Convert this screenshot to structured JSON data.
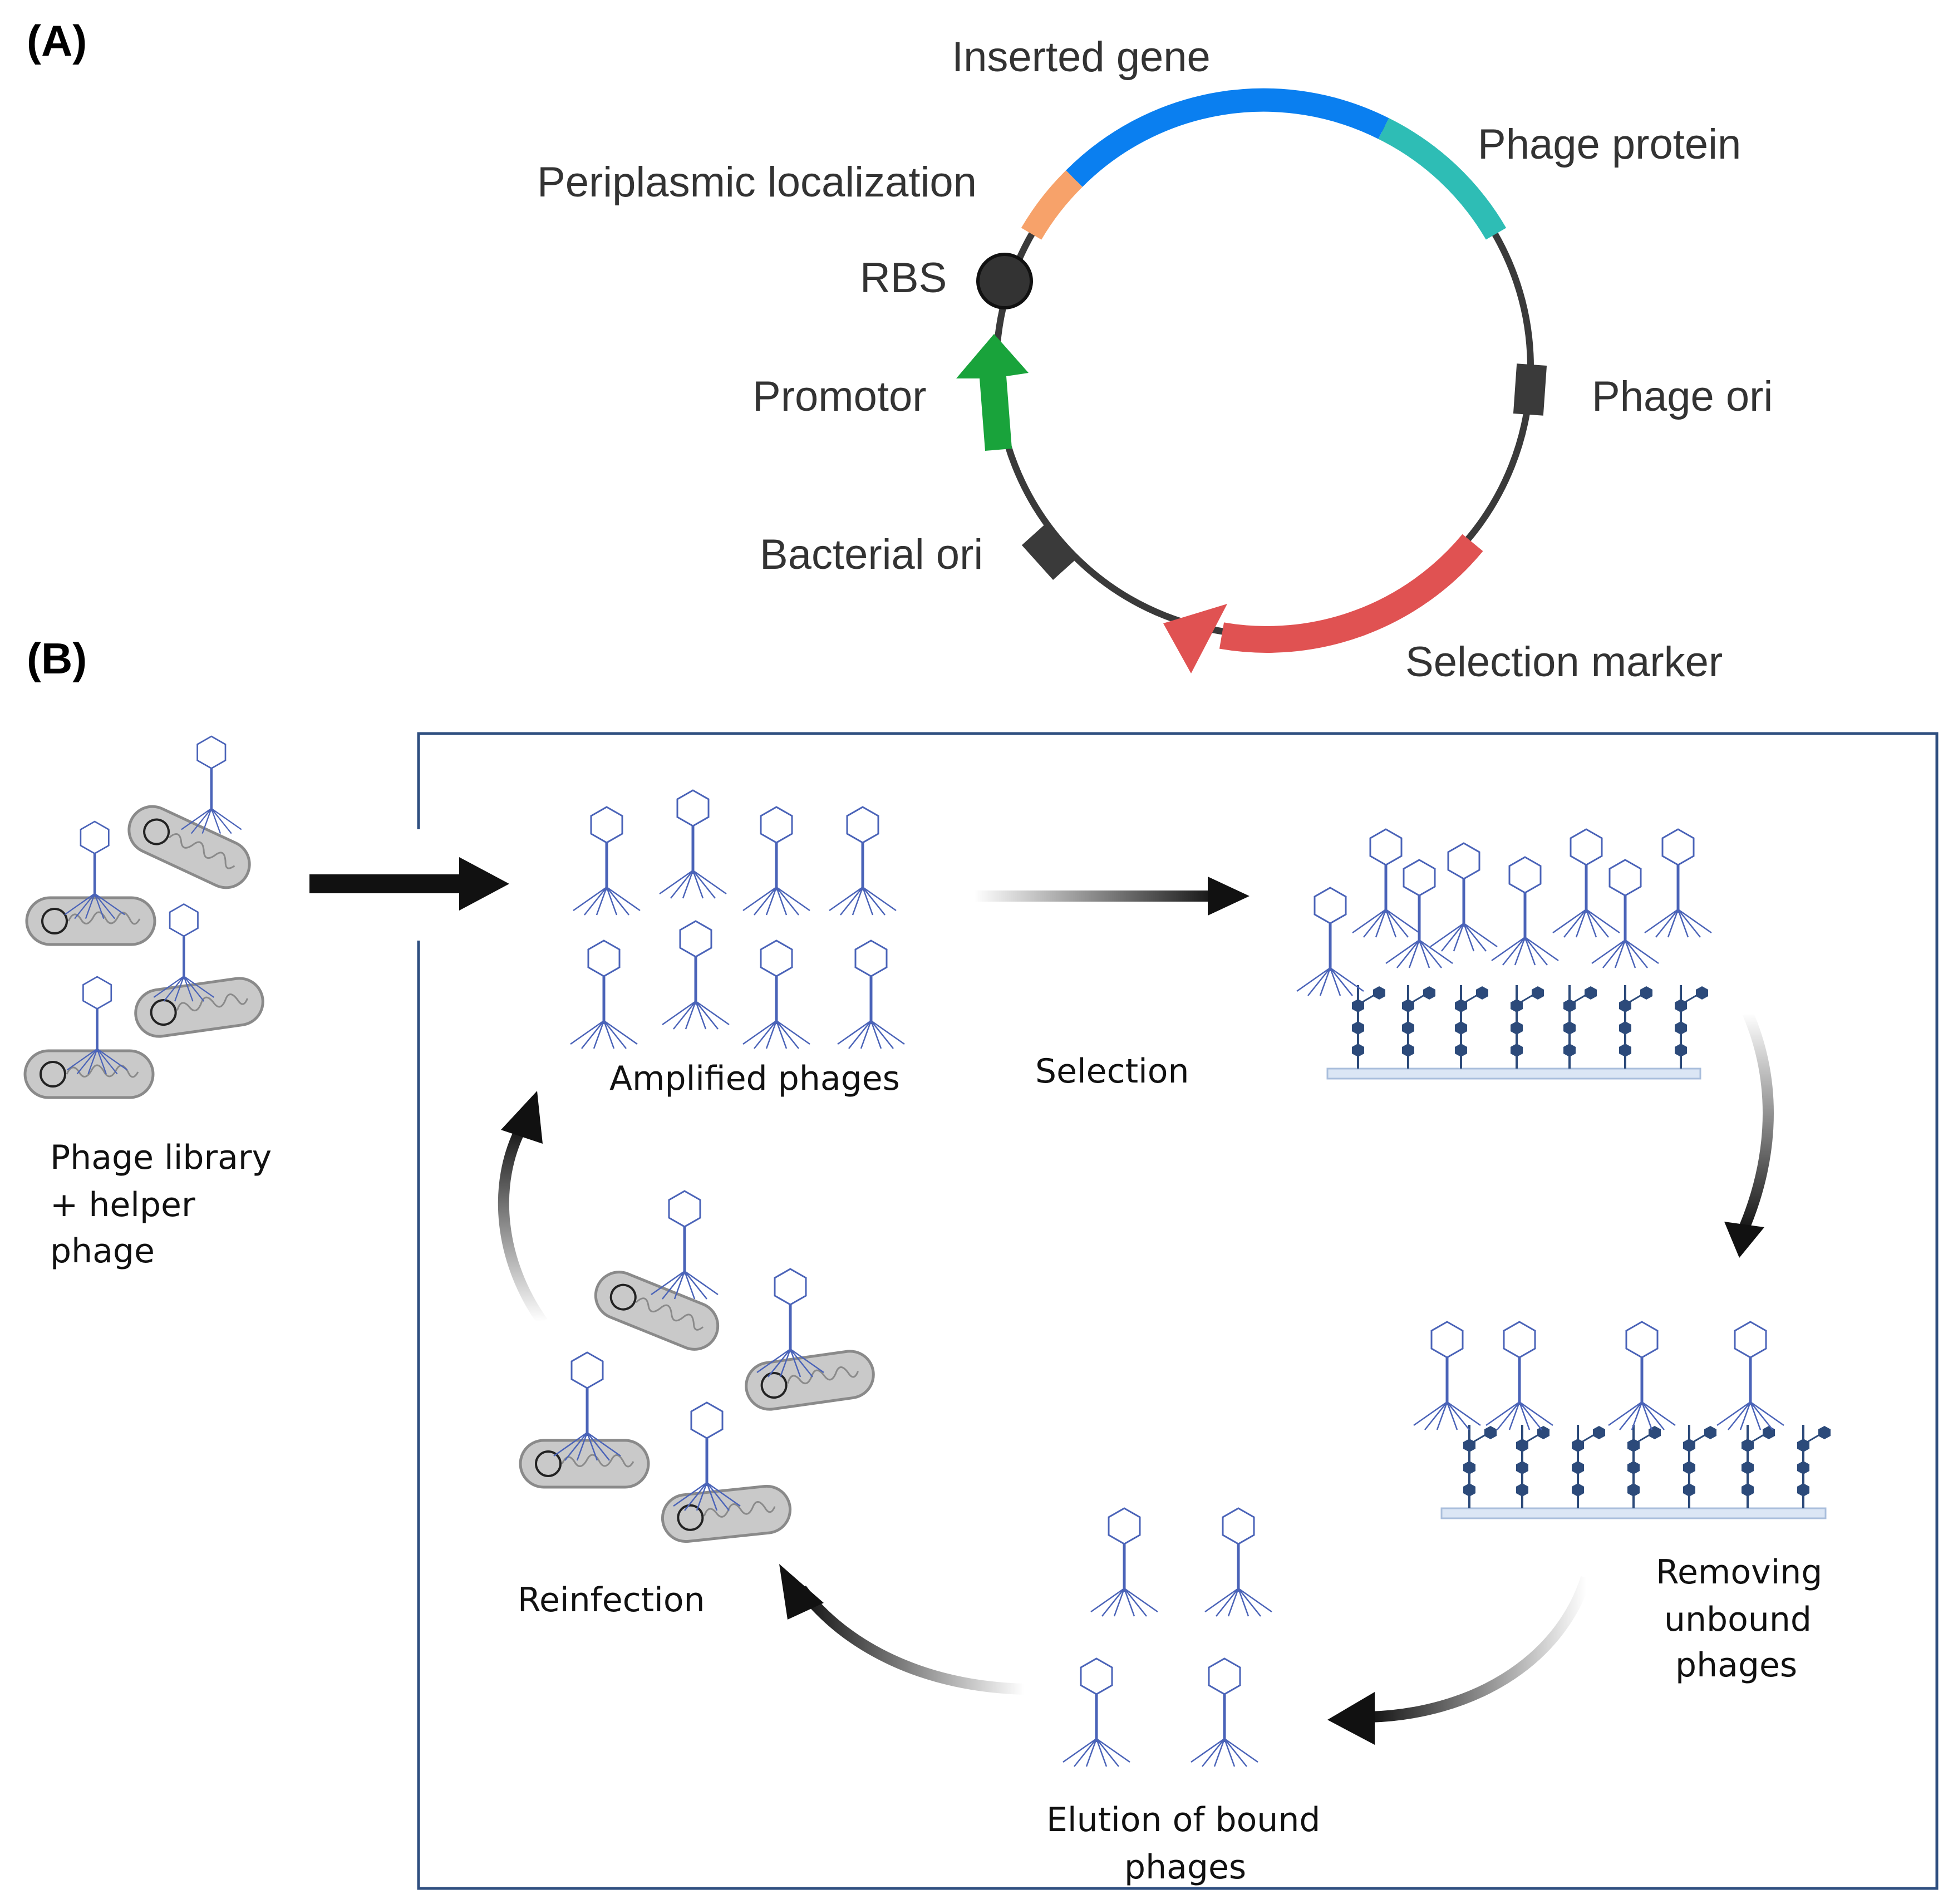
{
  "panels": {
    "a": "(A)",
    "b": "(B)"
  },
  "plasmid": {
    "inserted_gene": "Inserted gene",
    "phage_protein": "Phage protein",
    "periplasmic_localization": "Periplasmic localization",
    "rbs": "RBS",
    "promotor": "Promotor",
    "phage_ori": "Phage ori",
    "bacterial_ori": "Bacterial ori",
    "selection_marker": "Selection marker"
  },
  "cycle": {
    "library_line1": "Phage library",
    "library_line2": "+ helper",
    "library_line3": "phage",
    "amplified": "Amplified phages",
    "selection": "Selection",
    "removing_line1": "Removing",
    "removing_line2": "unbound",
    "removing_line3": "phages",
    "elution_line1": "Elution of bound",
    "elution_line2": "phages",
    "reinfection": "Reinfection"
  },
  "colors": {
    "inserted_gene": "#0a7ff0",
    "phage_protein": "#2ebdb5",
    "periplasmic": "#f7a26a",
    "promotor": "#19a33b",
    "selection_marker": "#e05252",
    "backbone": "#3a3a3a",
    "phage": "#4a63b8",
    "frame": "#2f4f80"
  }
}
